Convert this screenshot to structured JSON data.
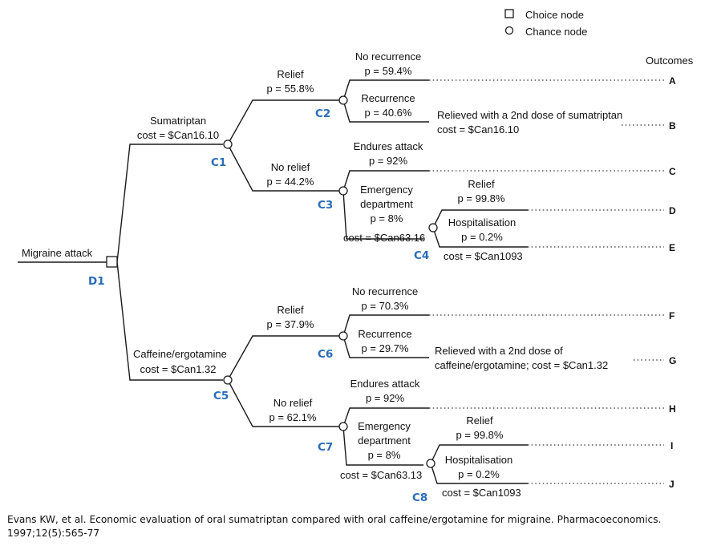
{
  "legend": {
    "choice": "Choice node",
    "chance": "Chance node"
  },
  "outcomes_header": "Outcomes",
  "root": {
    "label": "Migraine attack",
    "node_id": "D1"
  },
  "sumatriptan": {
    "name": "Sumatriptan",
    "cost": "cost = $Can16.10",
    "node_id": "C1",
    "relief": {
      "label": "Relief",
      "p": "p = 55.8%",
      "node_id": "C2"
    },
    "no_recurrence": {
      "label": "No recurrence",
      "p": "p = 59.4%"
    },
    "recurrence": {
      "label": "Recurrence",
      "p": "p = 40.6%"
    },
    "second_dose": {
      "line1": "Relieved with a 2nd dose of sumatriptan",
      "line2": "cost = $Can16.10"
    },
    "no_relief": {
      "label": "No relief",
      "p": "p = 44.2%",
      "node_id": "C3"
    },
    "endures": {
      "label": "Endures attack",
      "p": "p = 92%"
    },
    "emergency": {
      "line1": "Emergency",
      "line2": "department",
      "p": "p = 8%",
      "cost": "cost = $Can63.16",
      "node_id": "C4"
    },
    "er_relief": {
      "label": "Relief",
      "p": "p = 99.8%"
    },
    "hosp": {
      "label": "Hospitalisation",
      "p": "p = 0.2%",
      "cost": "cost = $Can1093"
    }
  },
  "caffeine": {
    "name": "Caffeine/ergotamine",
    "cost": "cost = $Can1.32",
    "node_id": "C5",
    "relief": {
      "label": "Relief",
      "p": "p = 37.9%",
      "node_id": "C6"
    },
    "no_recurrence": {
      "label": "No recurrence",
      "p": "p = 70.3%"
    },
    "recurrence": {
      "label": "Recurrence",
      "p": "p = 29.7%"
    },
    "second_dose": {
      "line1": "Relieved with a 2nd dose of",
      "line2": "caffeine/ergotamine; cost = $Can1.32"
    },
    "no_relief": {
      "label": "No relief",
      "p": "p = 62.1%",
      "node_id": "C7"
    },
    "endures": {
      "label": "Endures attack",
      "p": "p = 92%"
    },
    "emergency": {
      "line1": "Emergency",
      "line2": "department",
      "p": "p = 8%",
      "cost": "cost = $Can63.13",
      "node_id": "C8"
    },
    "er_relief": {
      "label": "Relief",
      "p": "p = 99.8%"
    },
    "hosp": {
      "label": "Hospitalisation",
      "p": "p = 0.2%",
      "cost": "cost = $Can1093"
    }
  },
  "outcome_letters": [
    "A",
    "B",
    "C",
    "D",
    "E",
    "F",
    "G",
    "H",
    "I",
    "J"
  ],
  "citation": "Evans KW, et al. Economic evaluation of oral sumatriptan compared with oral caffeine/ergotamine for migraine. Pharmacoeconomics. 1997;12(5):565-77"
}
